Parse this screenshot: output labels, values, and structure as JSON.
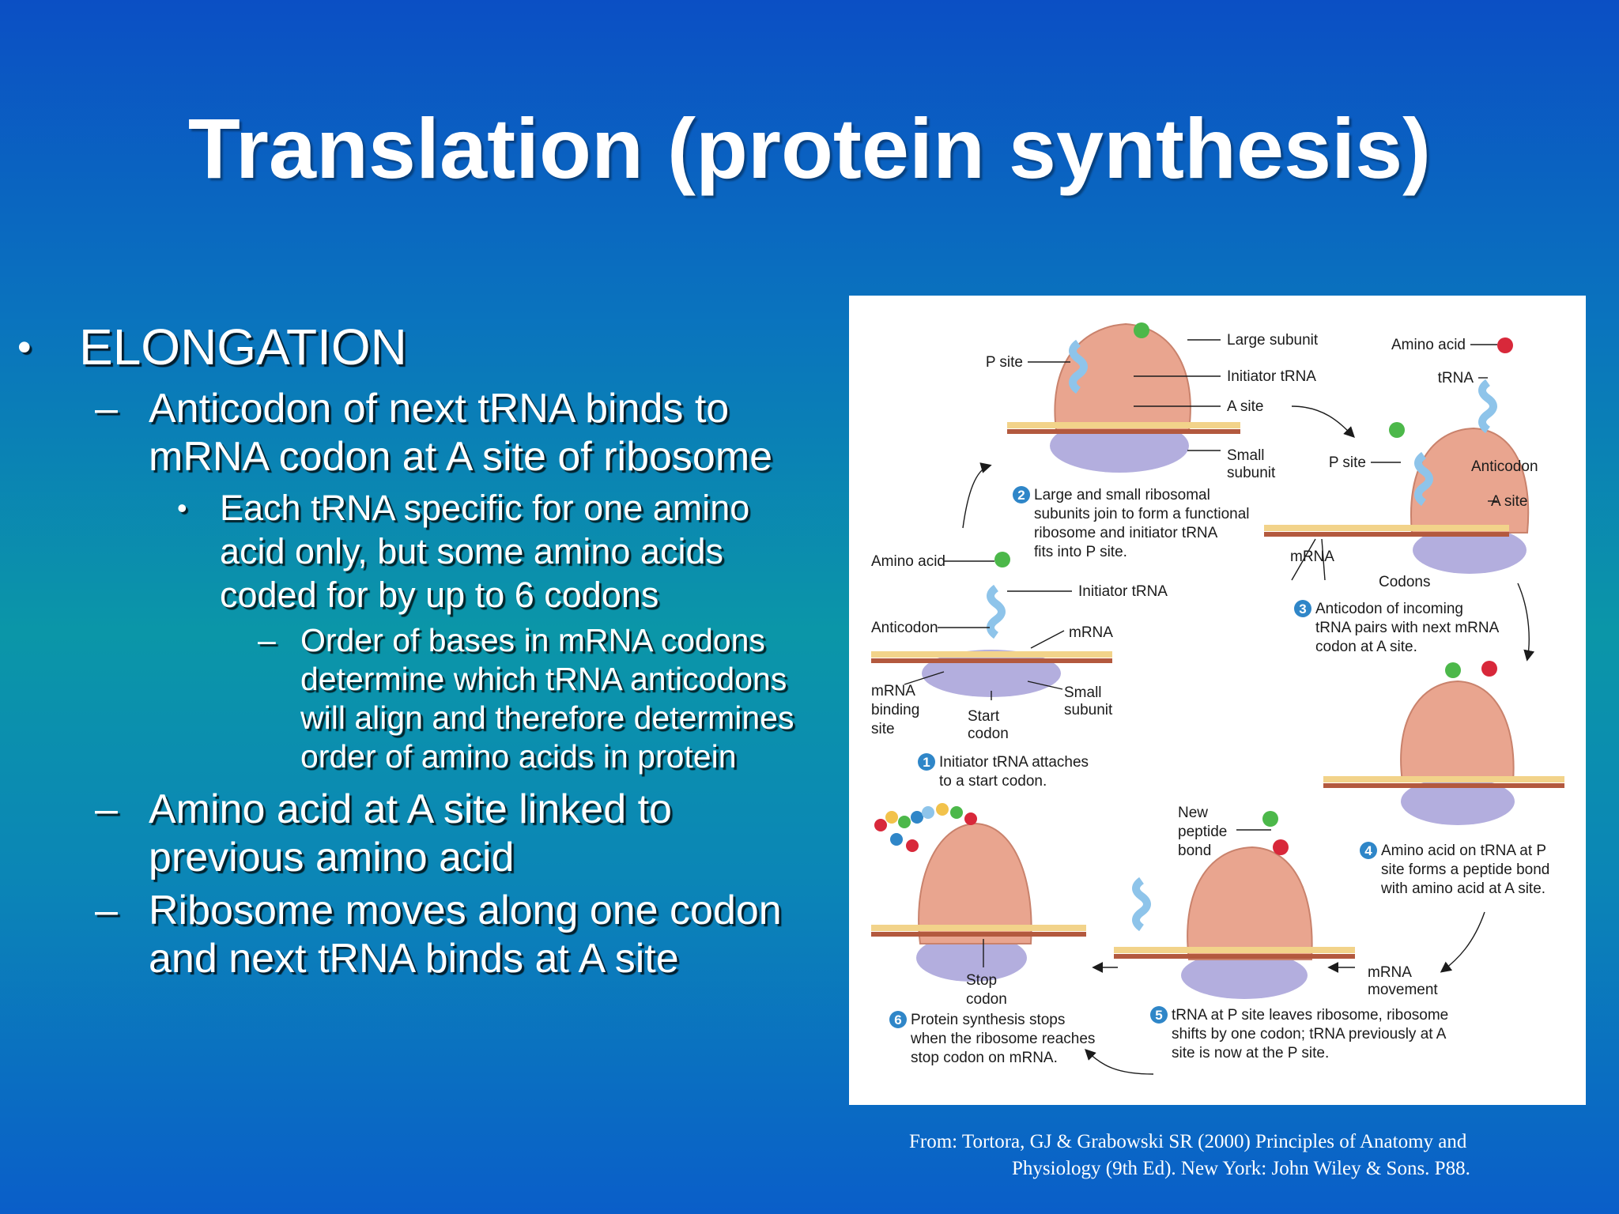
{
  "title": "Translation (protein synthesis)",
  "bullets": {
    "l1": "ELONGATION",
    "l2a": "Anticodon of next tRNA binds to mRNA codon at A site of ribosome",
    "l3": "Each tRNA specific for one amino acid only, but some amino acids coded for by up to 6 codons",
    "l4": "Order of bases in mRNA codons determine which tRNA anticodons will align and therefore determines order of amino acids in protein",
    "l2b": "Amino acid at A site linked to previous amino acid",
    "l2c": "Ribosome moves along one codon and next tRNA binds at A site"
  },
  "markers": {
    "bullet": "•",
    "dash": "–"
  },
  "figure": {
    "labels": {
      "large_subunit": "Large subunit",
      "p_site": "P site",
      "initiator_trna": "Initiator tRNA",
      "a_site": "A site",
      "small_subunit_1": "Small",
      "small_subunit_2": "subunit",
      "amino_acid": "Amino acid",
      "trna": "tRNA",
      "anticodon": "Anticodon",
      "mrna": "mRNA",
      "codons": "Codons",
      "mrna_binding_1": "mRNA",
      "mrna_binding_2": "binding",
      "mrna_binding_3": "site",
      "start_codon_1": "Start",
      "start_codon_2": "codon",
      "new_peptide_1": "New",
      "new_peptide_2": "peptide",
      "new_peptide_3": "bond",
      "stop_codon_1": "Stop",
      "stop_codon_2": "codon",
      "mrna_movement_1": "mRNA",
      "mrna_movement_2": "movement"
    },
    "steps": [
      {
        "num": "1",
        "lines": [
          "Initiator tRNA attaches",
          "to a start codon."
        ]
      },
      {
        "num": "2",
        "lines": [
          "Large and small ribosomal",
          "subunits join to form a functional",
          "ribosome and initiator tRNA",
          "fits into P site."
        ]
      },
      {
        "num": "3",
        "lines": [
          "Anticodon of incoming",
          "tRNA pairs with next mRNA",
          "codon at A site."
        ]
      },
      {
        "num": "4",
        "lines": [
          "Amino acid on tRNA at P",
          "site forms a peptide bond",
          "with amino acid at A site."
        ]
      },
      {
        "num": "5",
        "lines": [
          "tRNA at P site leaves ribosome, ribosome",
          "shifts by one codon; tRNA previously at A",
          "site is now at the P site."
        ]
      },
      {
        "num": "6",
        "lines": [
          "Protein synthesis stops",
          "when the ribosome reaches",
          "stop codon on mRNA."
        ]
      }
    ],
    "colors": {
      "large_subunit": "#e9a58f",
      "small_subunit": "#b3aede",
      "trna": "#8ec4ea",
      "mrna": "#b3593e",
      "amino_green": "#4cb84a",
      "amino_red": "#d8283a",
      "step_badge": "#2f86c8"
    }
  },
  "citation": {
    "line1": "From: Tortora, GJ & Grabowski SR (2000) Principles of Anatomy and",
    "line2": "Physiology (9th Ed). New York: John Wiley & Sons. P88."
  }
}
